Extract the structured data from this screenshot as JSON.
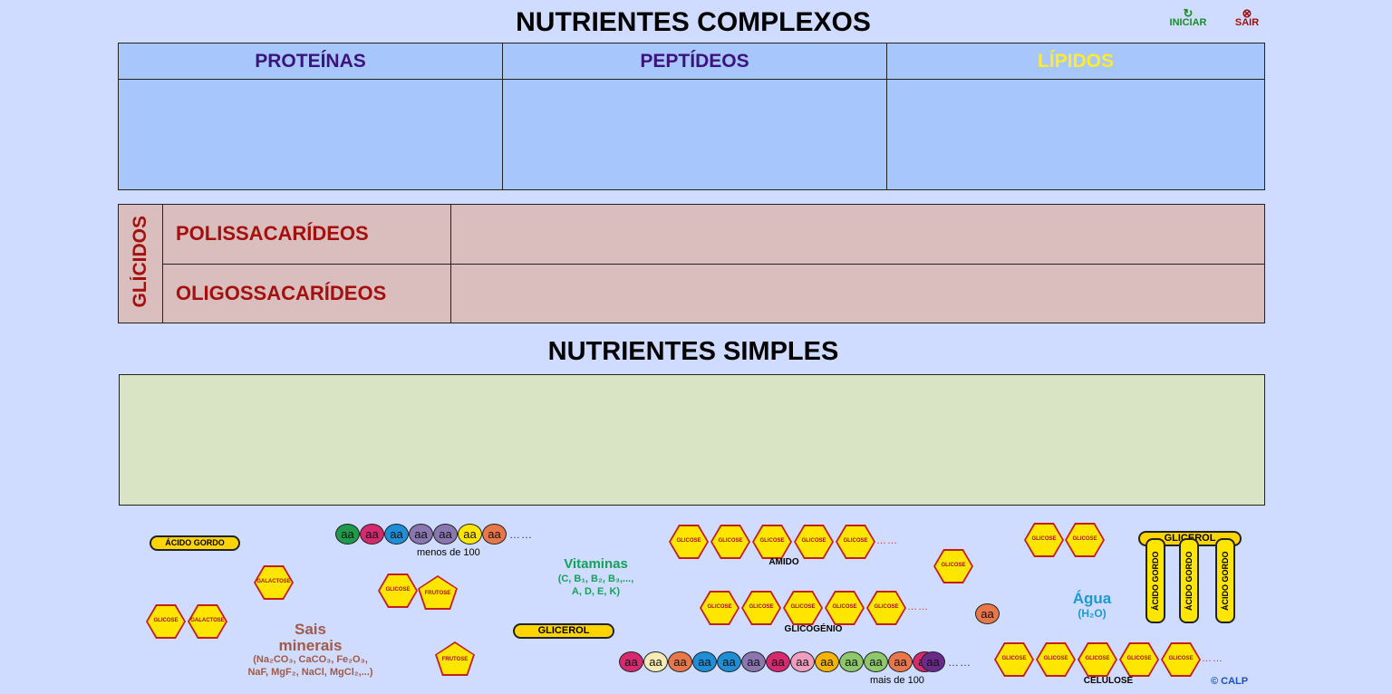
{
  "title_complex": "NUTRIENTES COMPLEXOS",
  "title_simple": "NUTRIENTES SIMPLES",
  "controls": {
    "start_icon": "↻",
    "start_label": "INICIAR",
    "exit_icon": "⊗",
    "exit_label": "SAIR"
  },
  "complex_table": {
    "col1": "PROTEÍNAS",
    "col2": "PEPTÍDEOS",
    "col3": "LÍPIDOS",
    "col3_color": "#ffeb2a"
  },
  "glicidos": {
    "label": "GLÍCIDOS",
    "row1": "POLISSACARÍDEOS",
    "row2": "OLIGOSSACARÍDEOS"
  },
  "pieces": {
    "acido_gordo": "ÁCIDO GORDO",
    "glicerol": "GLICEROL",
    "glicose": "GLICOSE",
    "galactose": "GALACTOSE",
    "frutose": "FRUTOSE",
    "aa": "aa",
    "dots": "……",
    "menos_100": "menos de 100",
    "mais_100": "mais de 100",
    "amido": "AMIDO",
    "glicogenio": "GLICOGÉNIO",
    "celulose": "CELULOSE",
    "vitaminas_title": "Vitaminas",
    "vitaminas_line1": "(C, B₁, B₂, B₃,...,",
    "vitaminas_line2": "A, D, E, K)",
    "sais_title1": "Sais",
    "sais_title2": "minerais",
    "sais_line1": "(Na₂CO₃, CaCO₃, Fe₂O₃,",
    "sais_line2": "NaF, MgF₂, NaCl, MgCl₂,...)",
    "agua_title": "Água",
    "agua_formula": "(H₂O)"
  },
  "colors": {
    "background": "#d0dcff",
    "header_blue": "#a7c7fc",
    "glicidos_pink": "#dabdbd",
    "simple_green": "#d9e4c4",
    "vitamin_green": "#15a15a",
    "water_blue": "#1a9ad9",
    "sais_brown": "#a05a4a"
  },
  "copyright": "© CALP"
}
